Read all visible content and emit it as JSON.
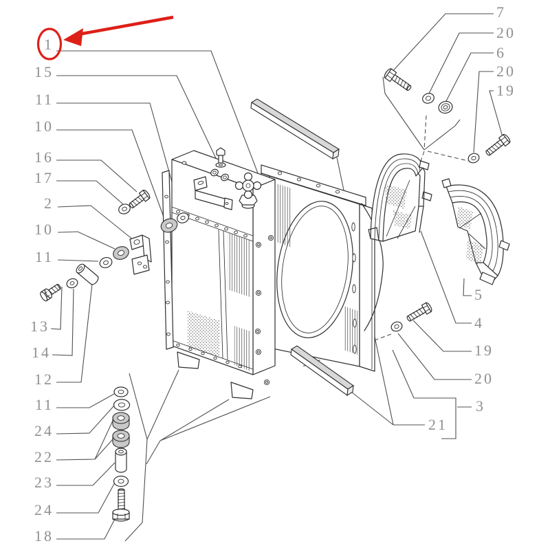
{
  "diagram": {
    "type": "exploded-parts-diagram",
    "background": "#ffffff",
    "colors": {
      "line": "#2e2e2e",
      "leader": "#4f4f4f",
      "label": "#8f8f8f",
      "metal_gray": "#c9c9c9",
      "strip_gray": "#d8d8d8",
      "highlight_red": "#dd2018"
    },
    "annotation": {
      "style": "red-circle-and-arrow",
      "target": "1"
    },
    "callouts_left": [
      {
        "n": "1"
      },
      {
        "n": "15"
      },
      {
        "n": "11"
      },
      {
        "n": "10"
      },
      {
        "n": "16"
      },
      {
        "n": "17"
      },
      {
        "n": "2"
      },
      {
        "n": "10"
      },
      {
        "n": "11"
      },
      {
        "n": "13"
      },
      {
        "n": "14"
      },
      {
        "n": "12"
      },
      {
        "n": "11"
      },
      {
        "n": "24"
      },
      {
        "n": "22"
      },
      {
        "n": "23"
      },
      {
        "n": "24"
      },
      {
        "n": "18"
      }
    ],
    "callouts_right": [
      {
        "n": "7"
      },
      {
        "n": "20"
      },
      {
        "n": "6"
      },
      {
        "n": "20"
      },
      {
        "n": "19"
      },
      {
        "n": "5"
      },
      {
        "n": "4"
      },
      {
        "n": "19"
      },
      {
        "n": "20"
      },
      {
        "n": "3"
      },
      {
        "n": "21"
      }
    ]
  }
}
